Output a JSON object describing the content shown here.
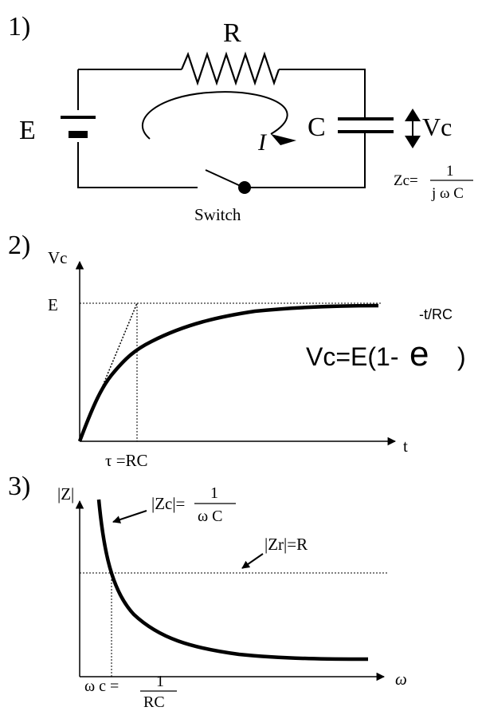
{
  "section1": {
    "label": "1)",
    "resistor_label": "R",
    "source_label": "E",
    "capacitor_label": "C",
    "current_label": "I",
    "voltage_label": "Vc",
    "switch_label": "Switch",
    "impedance": {
      "prefix": "Zc=",
      "numerator": "1",
      "denominator": "j ω C"
    }
  },
  "section2": {
    "label": "2)",
    "y_axis_label": "Vc",
    "x_axis_label": "t",
    "e_level_label": "E",
    "tau_label": "τ =RC",
    "formula_main": "Vc=E(1-",
    "formula_e": "e",
    "formula_exp": "-t/RC",
    "formula_close": ")"
  },
  "section3": {
    "label": "3)",
    "y_axis_label": "|Z|",
    "x_axis_label": "ω",
    "zc_prefix": "|Zc|=",
    "zc_numerator": "1",
    "zc_denominator": "ω C",
    "zr_label": "|Zr|=R",
    "wc_prefix": "ω c =",
    "wc_numerator": "1",
    "wc_denominator": "RC"
  }
}
